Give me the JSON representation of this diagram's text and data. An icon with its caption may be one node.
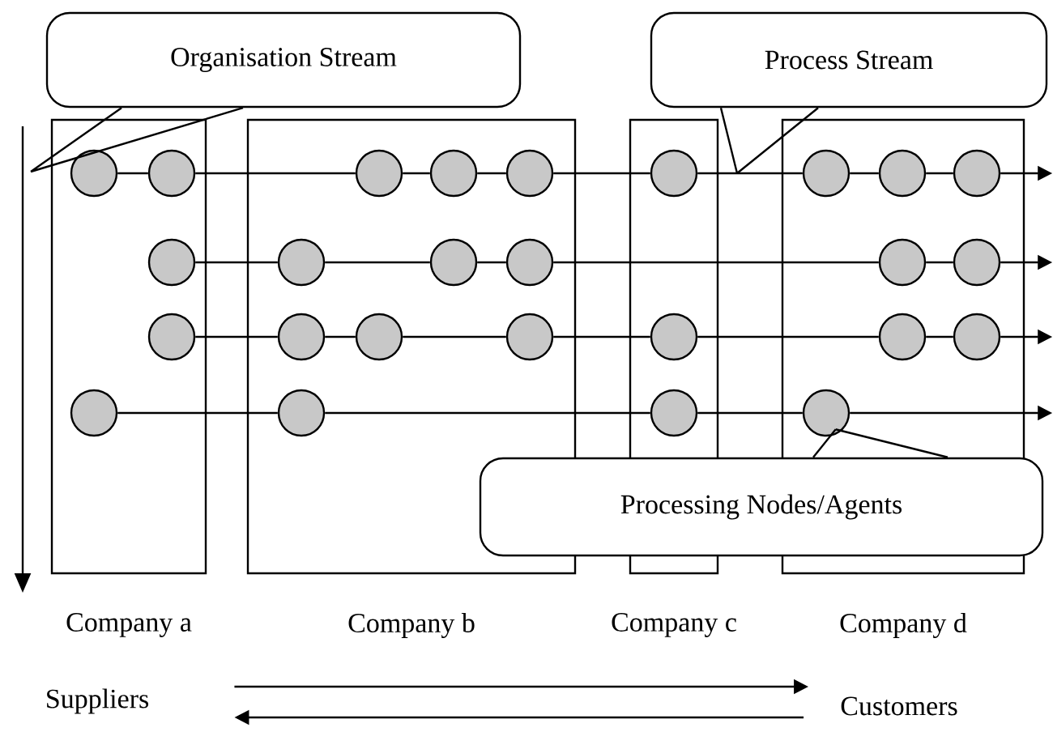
{
  "diagram": {
    "nodes": [
      {
        "text": [
          "Organisation Stream"
        ]
      },
      {
        "text": [
          "Process Stream"
        ]
      },
      {
        "text": [
          "Company a"
        ]
      },
      {
        "text": [
          "Company b"
        ]
      },
      {
        "text": [
          "Company c"
        ]
      },
      {
        "text": [
          "Company d"
        ]
      },
      {
        "text": [],
        "shape": "circle",
        "in": 2
      },
      {
        "text": [],
        "shape": "circle",
        "in": 2
      },
      {
        "text": [],
        "shape": "circle",
        "in": 3
      },
      {
        "text": [],
        "shape": "circle",
        "in": 3
      },
      {
        "text": [],
        "shape": "circle",
        "in": 3
      },
      {
        "text": [],
        "shape": "circle",
        "in": 4
      },
      {
        "text": [],
        "shape": "circle",
        "in": 5
      },
      {
        "text": [],
        "shape": "circle",
        "in": 5
      },
      {
        "text": [],
        "shape": "circle",
        "in": 5
      },
      {
        "text": [],
        "shape": "circle",
        "in": 2
      },
      {
        "text": [],
        "shape": "circle",
        "in": 3
      },
      {
        "text": [],
        "shape": "circle",
        "in": 3
      },
      {
        "text": [],
        "shape": "circle",
        "in": 3
      },
      {
        "text": [],
        "shape": "circle",
        "in": 5
      },
      {
        "text": [],
        "shape": "circle",
        "in": 5
      },
      {
        "text": [],
        "shape": "circle",
        "in": 2
      },
      {
        "text": [],
        "shape": "circle",
        "in": 3
      },
      {
        "text": [],
        "shape": "circle",
        "in": 3
      },
      {
        "text": [],
        "shape": "circle",
        "in": 3
      },
      {
        "text": [],
        "shape": "circle",
        "in": 4
      },
      {
        "text": [],
        "shape": "circle",
        "in": 5
      },
      {
        "text": [],
        "shape": "circle",
        "in": 5
      },
      {
        "text": [],
        "shape": "circle",
        "in": 2
      },
      {
        "text": [],
        "shape": "circle",
        "in": 3
      },
      {
        "text": [],
        "shape": "circle",
        "in": 4
      },
      {
        "text": [],
        "shape": "circle",
        "in": 5
      },
      {
        "text": [
          "Processing Nodes/Agents"
        ]
      },
      {
        "text": [
          "Suppliers"
        ]
      },
      {
        "text": [
          "Customers"
        ]
      }
    ],
    "edges": [
      {
        "from": 6,
        "to": 7,
        "arrow": "none"
      },
      {
        "from": 7,
        "to": 8,
        "arrow": "none"
      },
      {
        "from": 8,
        "to": 9,
        "arrow": "none"
      },
      {
        "from": 9,
        "to": 10,
        "arrow": "none"
      },
      {
        "from": 10,
        "to": 11,
        "arrow": "none"
      },
      {
        "from": 11,
        "to": 12,
        "arrow": "none"
      },
      {
        "from": 12,
        "to": 13,
        "arrow": "none"
      },
      {
        "from": 13,
        "to": 14,
        "arrow": "none"
      },
      {
        "from": 14,
        "to": 5,
        "arrow": "to"
      },
      {
        "from": 15,
        "to": 16,
        "arrow": "none"
      },
      {
        "from": 16,
        "to": 17,
        "arrow": "none"
      },
      {
        "from": 17,
        "to": 18,
        "arrow": "none"
      },
      {
        "from": 18,
        "to": 19,
        "arrow": "none"
      },
      {
        "from": 19,
        "to": 20,
        "arrow": "none"
      },
      {
        "from": 20,
        "to": 5,
        "arrow": "to"
      },
      {
        "from": 21,
        "to": 22,
        "arrow": "none"
      },
      {
        "from": 22,
        "to": 23,
        "arrow": "none"
      },
      {
        "from": 23,
        "to": 24,
        "arrow": "none"
      },
      {
        "from": 24,
        "to": 25,
        "arrow": "none"
      },
      {
        "from": 25,
        "to": 26,
        "arrow": "none"
      },
      {
        "from": 26,
        "to": 27,
        "arrow": "none"
      },
      {
        "from": 27,
        "to": 5,
        "arrow": "to"
      },
      {
        "from": 28,
        "to": 29,
        "arrow": "none"
      },
      {
        "from": 29,
        "to": 30,
        "arrow": "none"
      },
      {
        "from": 30,
        "to": 31,
        "arrow": "none"
      },
      {
        "from": 31,
        "to": 5,
        "arrow": "to"
      },
      {
        "from": 0,
        "to": null,
        "arrow": "none"
      },
      {
        "from": 1,
        "to": null,
        "arrow": "none"
      },
      {
        "from": 32,
        "to": 31,
        "arrow": "none"
      },
      {
        "from": 33,
        "to": 34,
        "arrow": "to"
      },
      {
        "from": 34,
        "to": 33,
        "arrow": "to"
      }
    ]
  }
}
